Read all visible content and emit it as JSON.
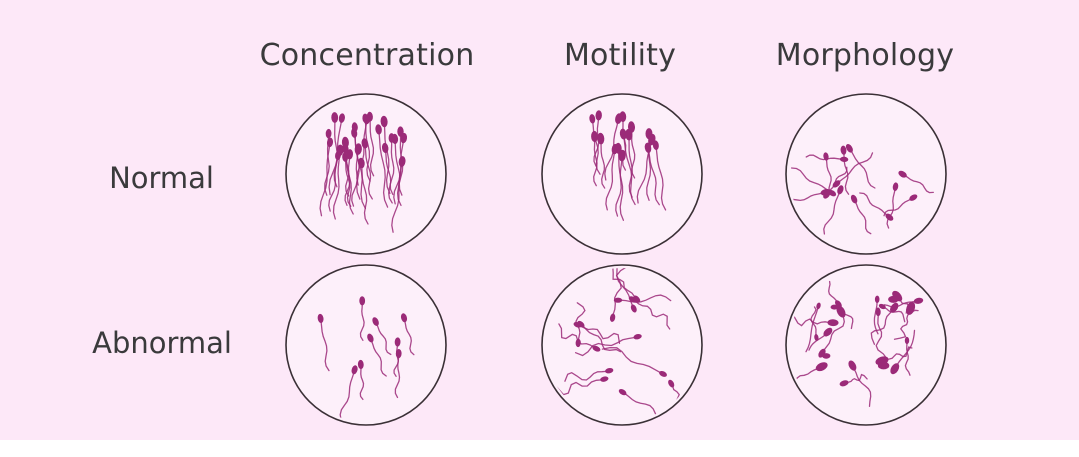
{
  "colors": {
    "background": "#fde8f8",
    "circle_stroke": "#3a3036",
    "circle_fill": "#fdf0fa",
    "cell": "#9b2a78",
    "text": "#3a3a3c"
  },
  "columns": [
    {
      "label": "Concentration"
    },
    {
      "label": "Motility"
    },
    {
      "label": "Morphology"
    }
  ],
  "rows": [
    {
      "label": "Normal"
    },
    {
      "label": "Abnormal"
    }
  ],
  "panels": [
    {
      "row": "Normal",
      "column": "Concentration",
      "icon": "dense-sperm-sample-icon"
    },
    {
      "row": "Normal",
      "column": "Motility",
      "icon": "forward-moving-sperm-sample-icon"
    },
    {
      "row": "Normal",
      "column": "Morphology",
      "icon": "well-formed-sperm-sample-icon"
    },
    {
      "row": "Abnormal",
      "column": "Concentration",
      "icon": "sparse-sperm-sample-icon"
    },
    {
      "row": "Abnormal",
      "column": "Motility",
      "icon": "chaotic-sperm-sample-icon"
    },
    {
      "row": "Abnormal",
      "column": "Morphology",
      "icon": "malformed-sperm-sample-icon"
    }
  ]
}
